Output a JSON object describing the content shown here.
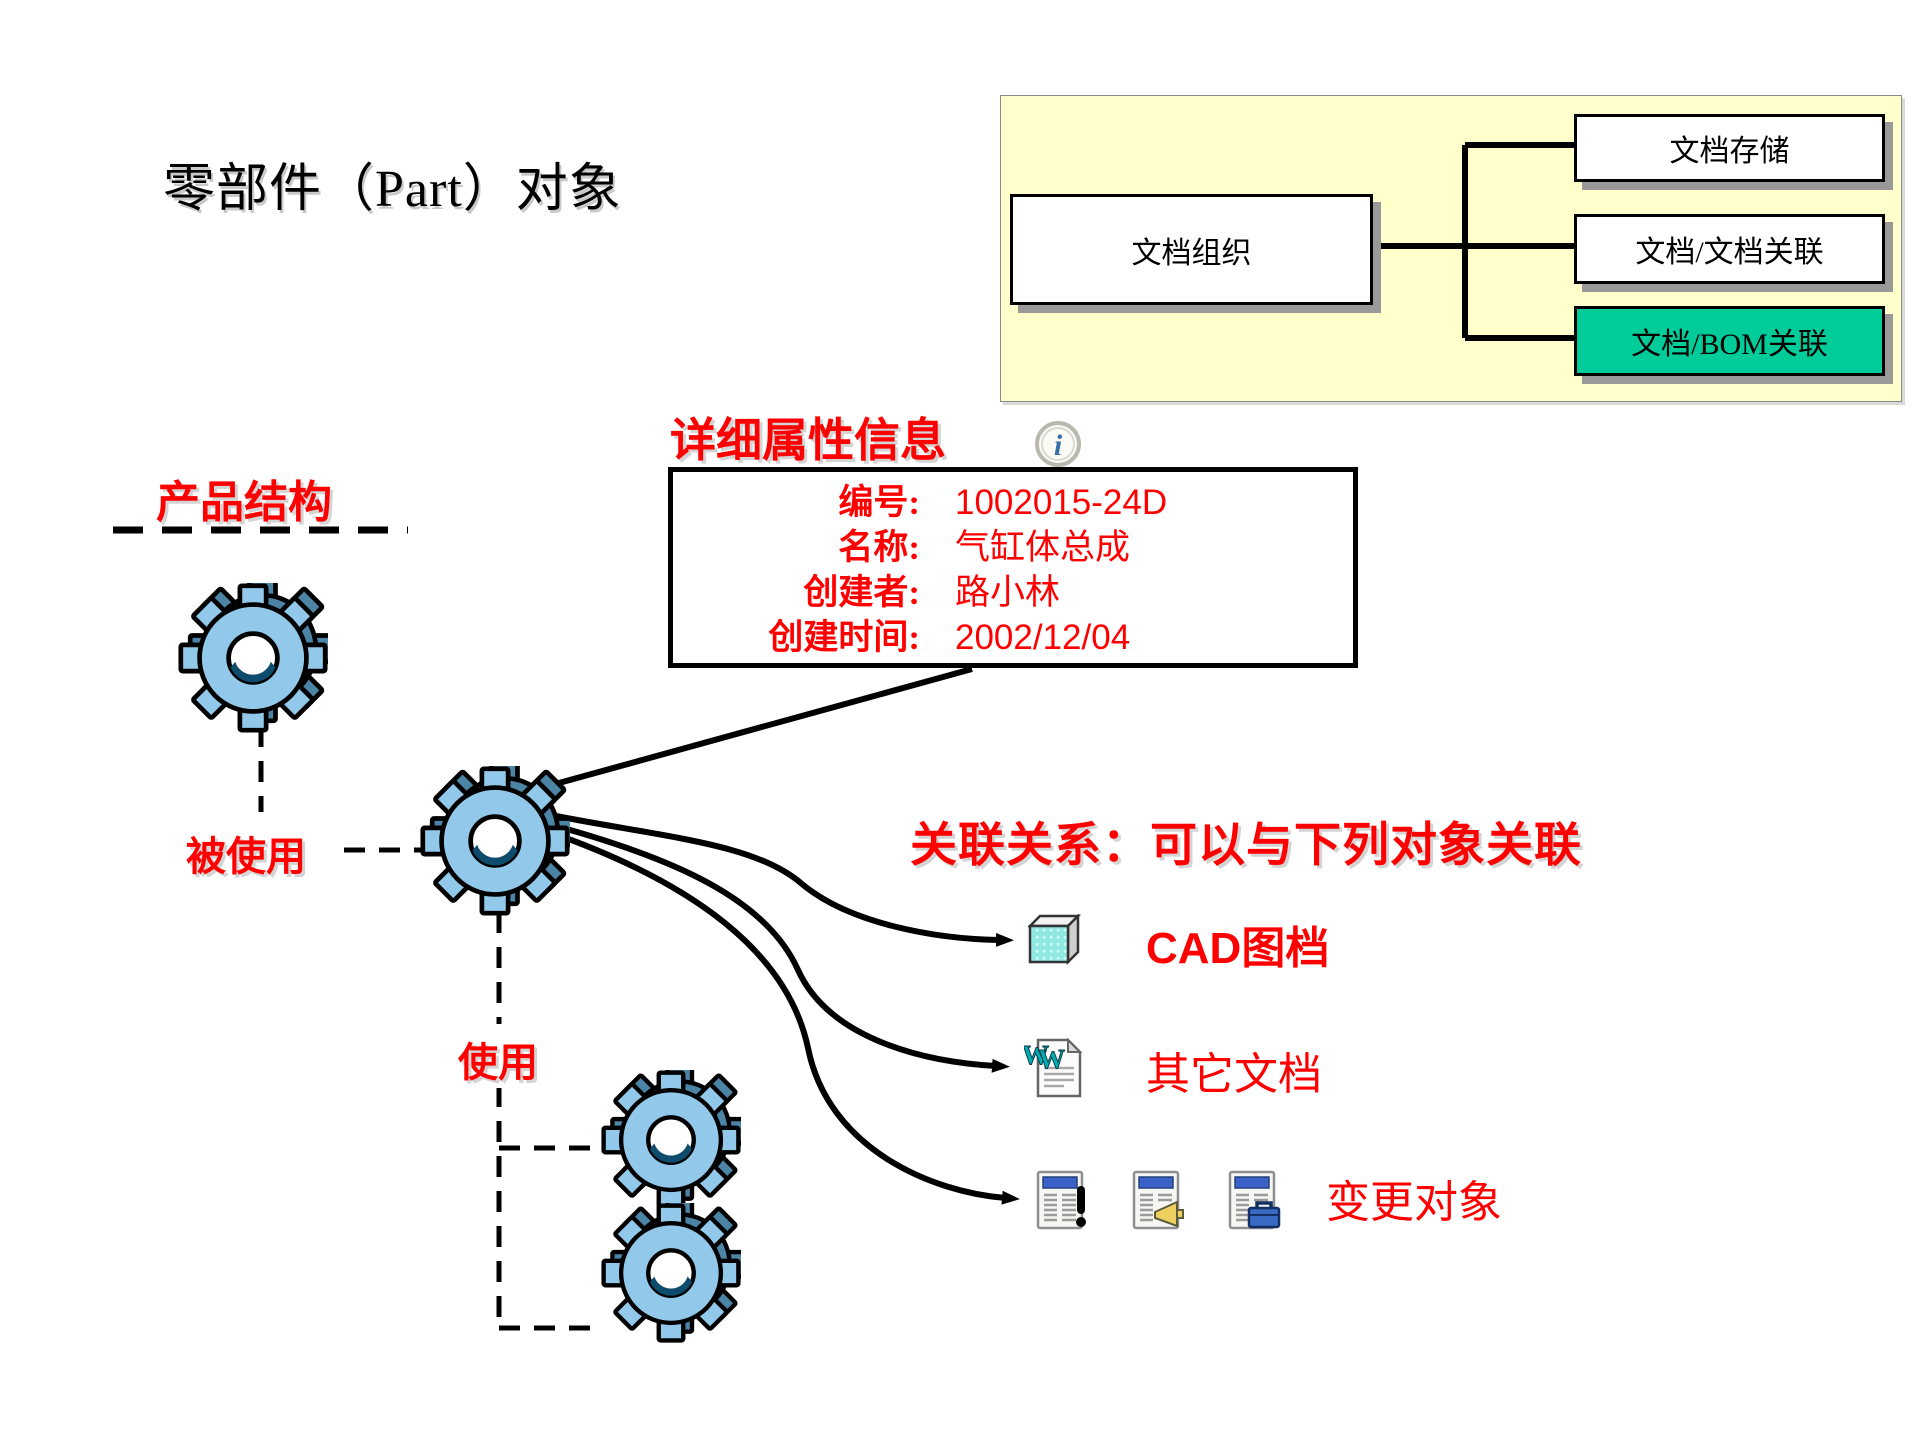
{
  "page": {
    "title": "零部件（Part）对象"
  },
  "doc_tree": {
    "root_label": "文档组织",
    "children": [
      {
        "label": "文档存储"
      },
      {
        "label": "文档/文档关联"
      },
      {
        "label": "文档/BOM关联"
      }
    ],
    "panel_color": "#FFFFCC",
    "highlight_color": "#00CC99"
  },
  "details": {
    "heading": "详细属性信息",
    "rows": [
      {
        "label": "编号:",
        "value": "1002015-24D"
      },
      {
        "label": "名称:",
        "value": "气缸体总成"
      },
      {
        "label": "创建者:",
        "value": "路小林"
      },
      {
        "label": "创建时间:",
        "value": "2002/12/04"
      }
    ]
  },
  "product_structure": {
    "heading": "产品结构",
    "used_by_label": "被使用",
    "uses_label": "使用"
  },
  "associations": {
    "heading": "关联关系：可以与下列对象关联",
    "items": [
      {
        "label": "CAD图档"
      },
      {
        "label": "其它文档"
      },
      {
        "label": "变更对象"
      }
    ]
  },
  "colors": {
    "accent_red": "#FF0000",
    "panel_yellow": "#FFFFCC",
    "highlight_green": "#00CC99",
    "gear_blue": "#92C9EA",
    "gear_shade": "#4C84A6"
  }
}
